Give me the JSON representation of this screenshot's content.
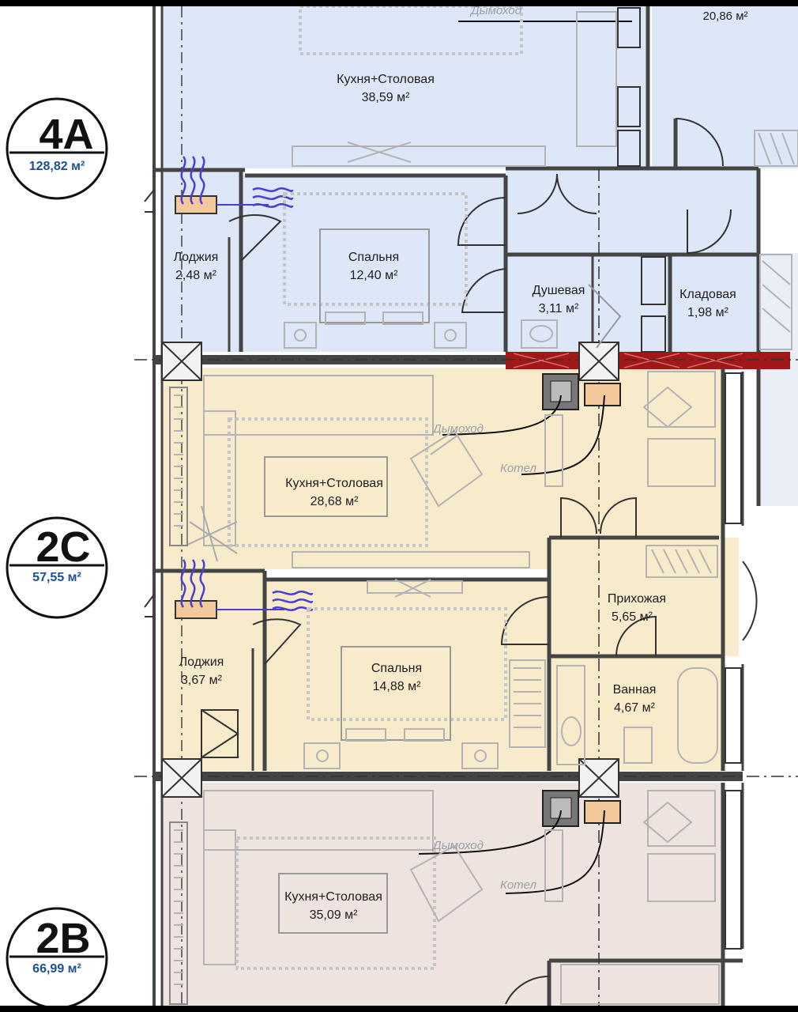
{
  "badges": [
    {
      "code": "4А",
      "area": "128,82 м²"
    },
    {
      "code": "2С",
      "area": "57,55 м²"
    },
    {
      "code": "2В",
      "area": "66,99 м²"
    }
  ],
  "rooms": {
    "top_right_area": "20,86 м²",
    "kitchen_4a": {
      "name": "Кухня+Столовая",
      "area": "38,59 м²"
    },
    "loggia_4a": {
      "name": "Лоджия",
      "area": "2,48 м²"
    },
    "bedroom_4a": {
      "name": "Спальня",
      "area": "12,40 м²"
    },
    "shower_4a": {
      "name": "Душевая",
      "area": "3,11 м²"
    },
    "storage_4a": {
      "name": "Кладовая",
      "area": "1,98 м²"
    },
    "kitchen_2c": {
      "name": "Кухня+Столовая",
      "area": "28,68 м²"
    },
    "loggia_2c": {
      "name": "Лоджия",
      "area": "3,67 м²"
    },
    "bedroom_2c": {
      "name": "Спальня",
      "area": "14,88 м²"
    },
    "hall_2c": {
      "name": "Прихожая",
      "area": "5,65 м²"
    },
    "bath_2c": {
      "name": "Ванная",
      "area": "4,67 м²"
    },
    "kitchen_2b": {
      "name": "Кухня+Столовая",
      "area": "35,09 м²"
    }
  },
  "notes": {
    "chimney": "Дымоход",
    "boiler": "Котел"
  },
  "colors": {
    "apt_4a": "#dde7f7",
    "apt_2c": "#f7ebcc",
    "apt_2b": "#eee3df",
    "wall": "#444444",
    "fire_wall": "#a01818",
    "badge_area": "#1d4f91"
  }
}
